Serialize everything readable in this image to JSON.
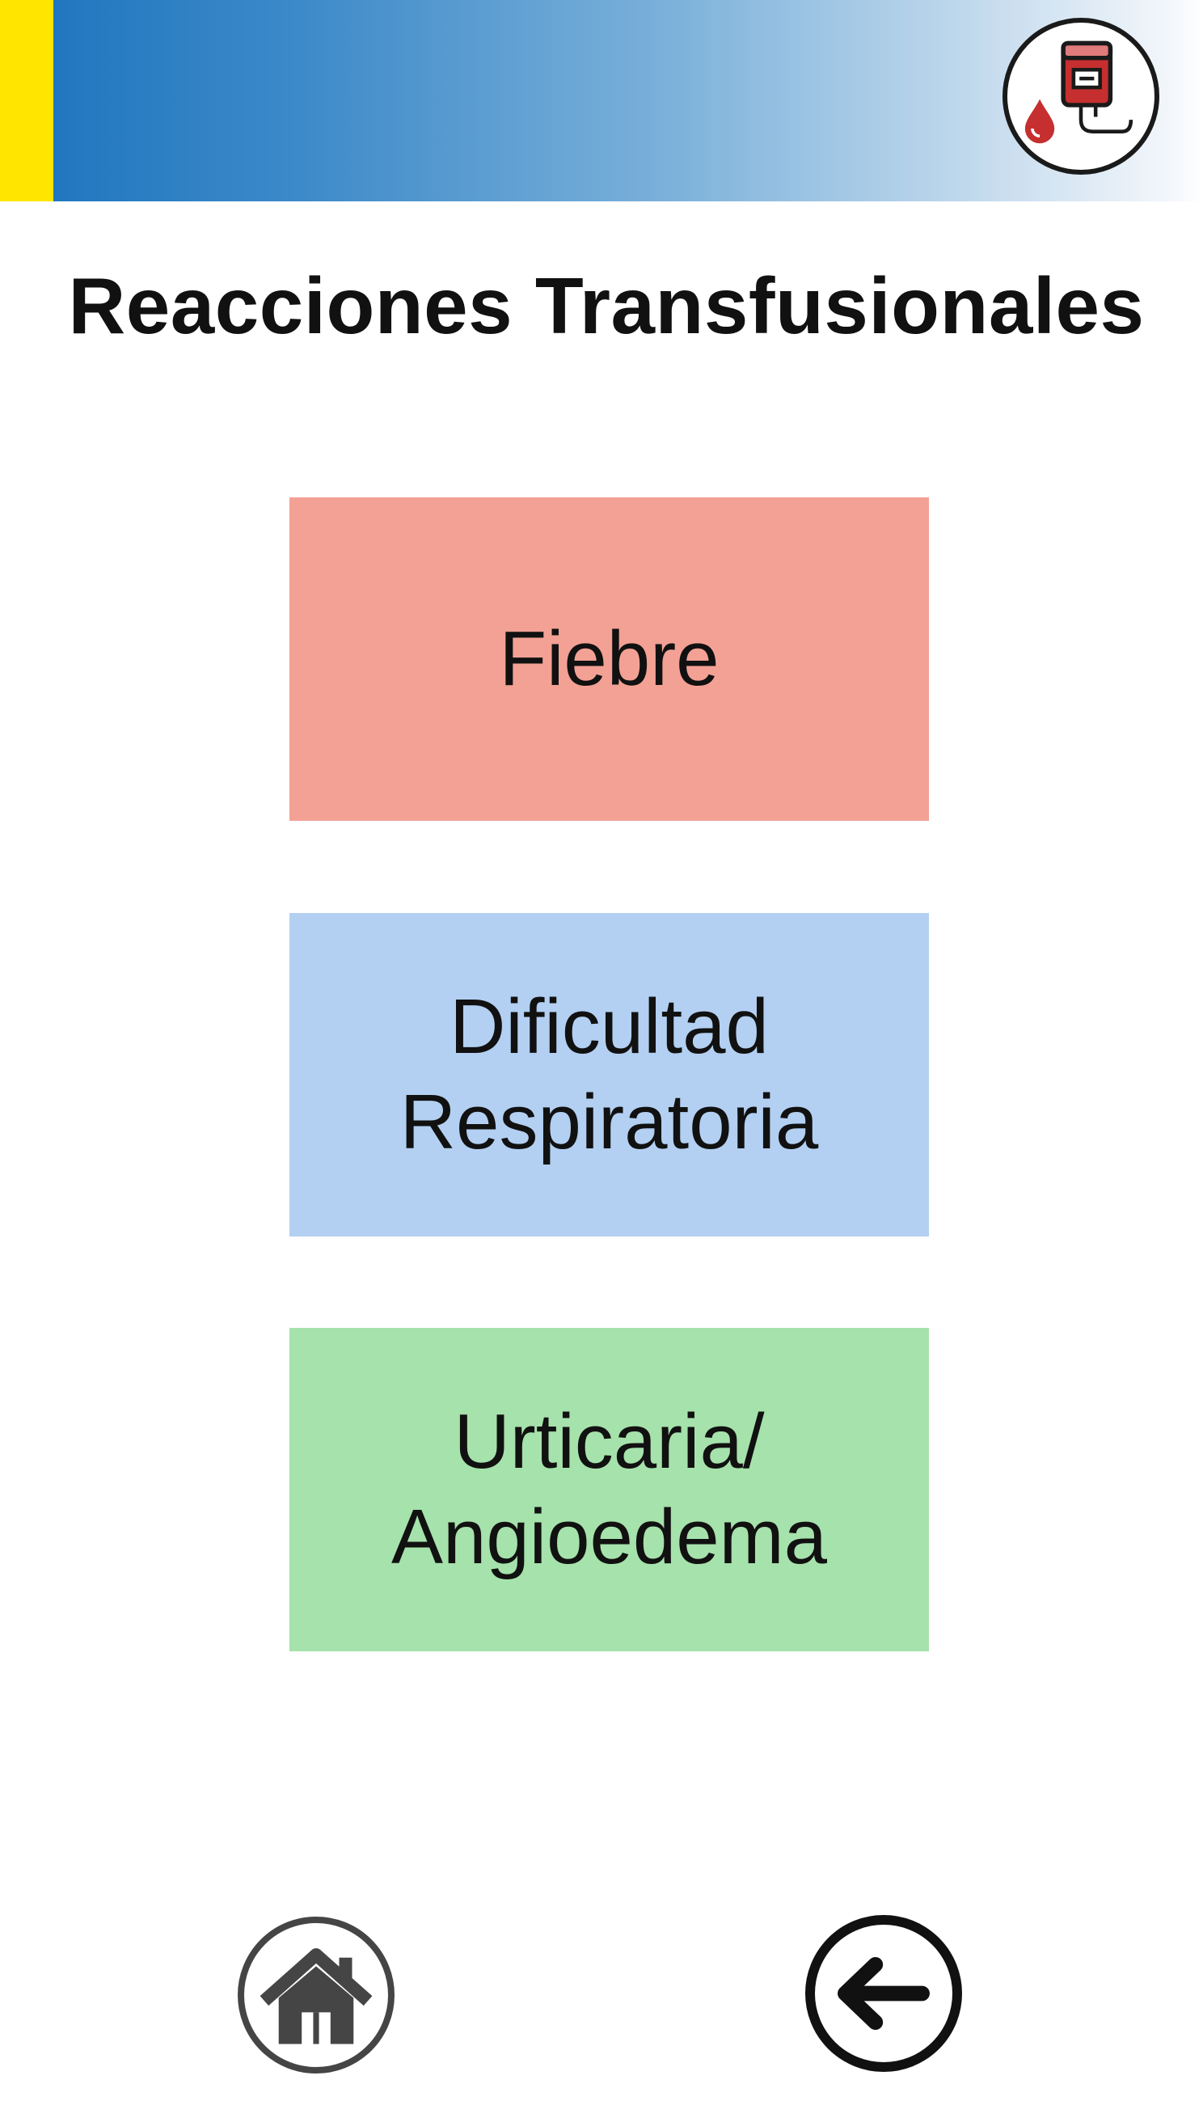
{
  "header": {
    "app_icon": "blood-bag-icon",
    "colors": {
      "stripe": "#ffe500",
      "gradient_start": "#1b73bd",
      "gradient_end": "#ffffff"
    }
  },
  "page": {
    "title": "Reacciones Transfusionales"
  },
  "options": [
    {
      "label": "Fiebre",
      "color": "#f3a194"
    },
    {
      "label": "Dificultad\nRespiratoria",
      "color": "#b3d0f2"
    },
    {
      "label": "Urticaria/\nAngioedema",
      "color": "#a6e2ab"
    }
  ],
  "navigation": {
    "home_icon": "home-icon",
    "back_icon": "back-arrow-icon"
  }
}
